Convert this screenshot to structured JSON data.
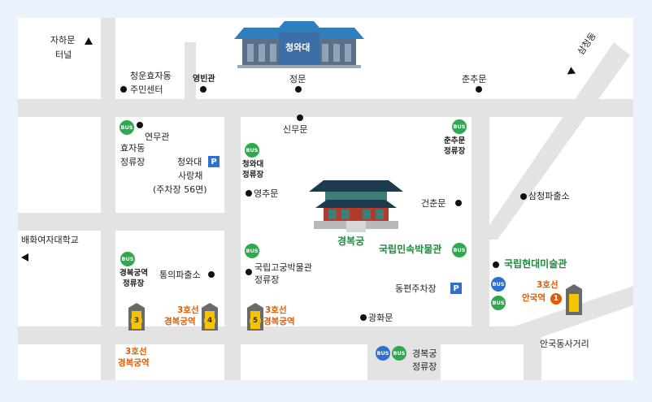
{
  "map": {
    "colors": {
      "background": "#eaf2fb",
      "road": "#e3e3e3",
      "green_label": "#1e8a3c",
      "orange_label": "#e05a00",
      "bus_green": "#2fa84f",
      "bus_blue": "#2f6fd0"
    },
    "buildings": {
      "cheongwadae": "청와대",
      "gyeongbokgung": "경복궁"
    },
    "places": {
      "jahamun_tunnel": [
        "자하문",
        "터널"
      ],
      "cheongun_center": [
        "청운효자동",
        "주민센터"
      ],
      "yeongbingwan": "영빈관",
      "jeongmun": "정문",
      "chunchumun": "춘추문",
      "samcheongdong": "삼청동",
      "sinmumun": "신무문",
      "yeonmugwan": "연무관",
      "hyoja_stop": [
        "효자동",
        "정류장"
      ],
      "cheongwadae_sarangchae": [
        "청와대",
        "사랑채",
        "(주차장 56면)"
      ],
      "cheongwadae_stop": [
        "청와대",
        "정류장"
      ],
      "chunchumun_stop": [
        "춘추문",
        "정류장"
      ],
      "yeongchumun": "영추문",
      "geonchunmun": "건춘문",
      "samcheong_police": "삼청파출소",
      "ewha_univ": "배화여자대학교",
      "gyeongbokgung_station_stop": [
        "경복궁역",
        "정류장"
      ],
      "tongui_police": "통의파출소",
      "palace_museum": [
        "국립고궁박물관",
        "정류장"
      ],
      "folk_museum": "국립민속박물관",
      "mmca": "국립현대미술관",
      "east_parking": "동편주차장",
      "gwanghwamun": "광화문",
      "anguk_intersection": "안국동사거리",
      "gyeongbokgung_stop": [
        "경복궁",
        "정류장"
      ]
    },
    "bus_label": "BUS",
    "parking_label": "P",
    "subway": {
      "line3_gyeongbokgung": [
        "3호선",
        "경복궁역"
      ],
      "line3_anguk": [
        "3호선",
        "안국역"
      ],
      "exits": [
        "3",
        "4",
        "5",
        "1"
      ]
    }
  }
}
